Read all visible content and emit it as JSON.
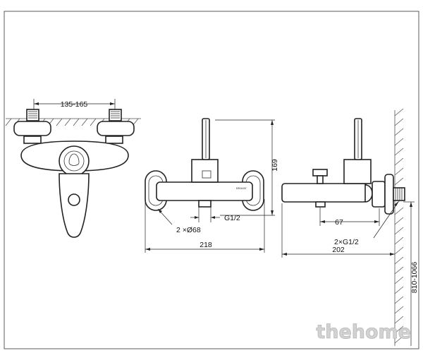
{
  "dimensions": {
    "inlet_spacing": "135-165",
    "total_height": "169",
    "flange_diameter": "2 ×Ø68",
    "outlet_thread": "G1/2",
    "front_width": "218",
    "outlet_offset": "67",
    "inlet_threads": "2×G1/2",
    "side_depth": "202",
    "mounting_height": "810-1066"
  },
  "brand_mark": "BRAVAT",
  "watermark": "thehome"
}
